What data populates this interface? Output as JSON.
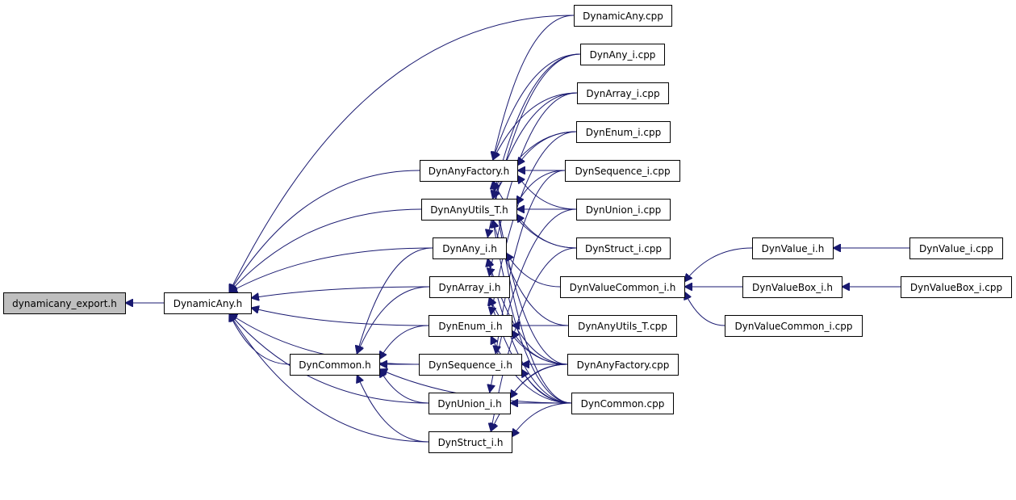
{
  "graph": {
    "title": "Include dependency graph for dynamicany_export.h",
    "edge_color": "#191970",
    "root_fill": "#bfbfbf",
    "nodes": [
      {
        "id": "dynamicany_export_h",
        "label": "dynamicany_export.h",
        "root": true
      },
      {
        "id": "DynamicAny_h",
        "label": "DynamicAny.h"
      },
      {
        "id": "DynCommon_h",
        "label": "DynCommon.h"
      },
      {
        "id": "DynAnyFactory_h",
        "label": "DynAnyFactory.h"
      },
      {
        "id": "DynAnyUtils_T_h",
        "label": "DynAnyUtils_T.h"
      },
      {
        "id": "DynAny_i_h",
        "label": "DynAny_i.h"
      },
      {
        "id": "DynArray_i_h",
        "label": "DynArray_i.h"
      },
      {
        "id": "DynEnum_i_h",
        "label": "DynEnum_i.h"
      },
      {
        "id": "DynSequence_i_h",
        "label": "DynSequence_i.h"
      },
      {
        "id": "DynUnion_i_h",
        "label": "DynUnion_i.h"
      },
      {
        "id": "DynStruct_i_h",
        "label": "DynStruct_i.h"
      },
      {
        "id": "DynamicAny_cpp",
        "label": "DynamicAny.cpp"
      },
      {
        "id": "DynAny_i_cpp",
        "label": "DynAny_i.cpp"
      },
      {
        "id": "DynArray_i_cpp",
        "label": "DynArray_i.cpp"
      },
      {
        "id": "DynEnum_i_cpp",
        "label": "DynEnum_i.cpp"
      },
      {
        "id": "DynSequence_i_cpp",
        "label": "DynSequence_i.cpp"
      },
      {
        "id": "DynUnion_i_cpp",
        "label": "DynUnion_i.cpp"
      },
      {
        "id": "DynStruct_i_cpp",
        "label": "DynStruct_i.cpp"
      },
      {
        "id": "DynValueCommon_i_h",
        "label": "DynValueCommon_i.h"
      },
      {
        "id": "DynAnyUtils_T_cpp",
        "label": "DynAnyUtils_T.cpp"
      },
      {
        "id": "DynAnyFactory_cpp",
        "label": "DynAnyFactory.cpp"
      },
      {
        "id": "DynCommon_cpp",
        "label": "DynCommon.cpp"
      },
      {
        "id": "DynValue_i_h",
        "label": "DynValue_i.h"
      },
      {
        "id": "DynValueBox_i_h",
        "label": "DynValueBox_i.h"
      },
      {
        "id": "DynValueCommon_i_cpp",
        "label": "DynValueCommon_i.cpp"
      },
      {
        "id": "DynValue_i_cpp",
        "label": "DynValue_i.cpp"
      },
      {
        "id": "DynValueBox_i_cpp",
        "label": "DynValueBox_i.cpp"
      }
    ],
    "edges": [
      {
        "from": "DynamicAny_h",
        "to": "dynamicany_export_h"
      },
      {
        "from": "DynCommon_h",
        "to": "DynamicAny_h"
      },
      {
        "from": "DynAnyFactory_h",
        "to": "DynamicAny_h"
      },
      {
        "from": "DynAnyUtils_T_h",
        "to": "DynamicAny_h"
      },
      {
        "from": "DynAny_i_h",
        "to": "DynamicAny_h"
      },
      {
        "from": "DynArray_i_h",
        "to": "DynamicAny_h"
      },
      {
        "from": "DynEnum_i_h",
        "to": "DynamicAny_h"
      },
      {
        "from": "DynSequence_i_h",
        "to": "DynamicAny_h"
      },
      {
        "from": "DynUnion_i_h",
        "to": "DynamicAny_h"
      },
      {
        "from": "DynStruct_i_h",
        "to": "DynamicAny_h"
      },
      {
        "from": "DynamicAny_cpp",
        "to": "DynamicAny_h"
      },
      {
        "from": "DynAny_i_h",
        "to": "DynCommon_h"
      },
      {
        "from": "DynArray_i_h",
        "to": "DynCommon_h"
      },
      {
        "from": "DynEnum_i_h",
        "to": "DynCommon_h"
      },
      {
        "from": "DynSequence_i_h",
        "to": "DynCommon_h"
      },
      {
        "from": "DynUnion_i_h",
        "to": "DynCommon_h"
      },
      {
        "from": "DynStruct_i_h",
        "to": "DynCommon_h"
      },
      {
        "from": "DynCommon_cpp",
        "to": "DynCommon_h"
      },
      {
        "from": "DynamicAny_cpp",
        "to": "DynAnyFactory_h"
      },
      {
        "from": "DynAny_i_cpp",
        "to": "DynAnyFactory_h"
      },
      {
        "from": "DynArray_i_cpp",
        "to": "DynAnyFactory_h"
      },
      {
        "from": "DynEnum_i_cpp",
        "to": "DynAnyFactory_h"
      },
      {
        "from": "DynSequence_i_cpp",
        "to": "DynAnyFactory_h"
      },
      {
        "from": "DynUnion_i_cpp",
        "to": "DynAnyFactory_h"
      },
      {
        "from": "DynStruct_i_cpp",
        "to": "DynAnyFactory_h"
      },
      {
        "from": "DynAnyFactory_cpp",
        "to": "DynAnyFactory_h"
      },
      {
        "from": "DynCommon_cpp",
        "to": "DynAnyFactory_h"
      },
      {
        "from": "DynAny_i_cpp",
        "to": "DynAnyUtils_T_h"
      },
      {
        "from": "DynArray_i_cpp",
        "to": "DynAnyUtils_T_h"
      },
      {
        "from": "DynEnum_i_cpp",
        "to": "DynAnyUtils_T_h"
      },
      {
        "from": "DynSequence_i_cpp",
        "to": "DynAnyUtils_T_h"
      },
      {
        "from": "DynUnion_i_cpp",
        "to": "DynAnyUtils_T_h"
      },
      {
        "from": "DynStruct_i_cpp",
        "to": "DynAnyUtils_T_h"
      },
      {
        "from": "DynAnyUtils_T_cpp",
        "to": "DynAnyUtils_T_h"
      },
      {
        "from": "DynCommon_cpp",
        "to": "DynAnyUtils_T_h"
      },
      {
        "from": "DynAny_i_cpp",
        "to": "DynAny_i_h"
      },
      {
        "from": "DynValueCommon_i_h",
        "to": "DynAny_i_h"
      },
      {
        "from": "DynAnyFactory_cpp",
        "to": "DynAny_i_h"
      },
      {
        "from": "DynCommon_cpp",
        "to": "DynAny_i_h"
      },
      {
        "from": "DynArray_i_cpp",
        "to": "DynArray_i_h"
      },
      {
        "from": "DynAnyFactory_cpp",
        "to": "DynArray_i_h"
      },
      {
        "from": "DynCommon_cpp",
        "to": "DynArray_i_h"
      },
      {
        "from": "DynEnum_i_cpp",
        "to": "DynEnum_i_h"
      },
      {
        "from": "DynAnyUtils_T_cpp",
        "to": "DynEnum_i_h"
      },
      {
        "from": "DynAnyFactory_cpp",
        "to": "DynEnum_i_h"
      },
      {
        "from": "DynCommon_cpp",
        "to": "DynEnum_i_h"
      },
      {
        "from": "DynSequence_i_cpp",
        "to": "DynSequence_i_h"
      },
      {
        "from": "DynAnyFactory_cpp",
        "to": "DynSequence_i_h"
      },
      {
        "from": "DynCommon_cpp",
        "to": "DynSequence_i_h"
      },
      {
        "from": "DynUnion_i_cpp",
        "to": "DynUnion_i_h"
      },
      {
        "from": "DynAnyFactory_cpp",
        "to": "DynUnion_i_h"
      },
      {
        "from": "DynCommon_cpp",
        "to": "DynUnion_i_h"
      },
      {
        "from": "DynStruct_i_cpp",
        "to": "DynStruct_i_h"
      },
      {
        "from": "DynAnyFactory_cpp",
        "to": "DynStruct_i_h"
      },
      {
        "from": "DynCommon_cpp",
        "to": "DynStruct_i_h"
      },
      {
        "from": "DynValue_i_h",
        "to": "DynValueCommon_i_h"
      },
      {
        "from": "DynValueBox_i_h",
        "to": "DynValueCommon_i_h"
      },
      {
        "from": "DynValueCommon_i_cpp",
        "to": "DynValueCommon_i_h"
      },
      {
        "from": "DynValue_i_cpp",
        "to": "DynValue_i_h"
      },
      {
        "from": "DynValueBox_i_cpp",
        "to": "DynValueBox_i_h"
      }
    ]
  }
}
